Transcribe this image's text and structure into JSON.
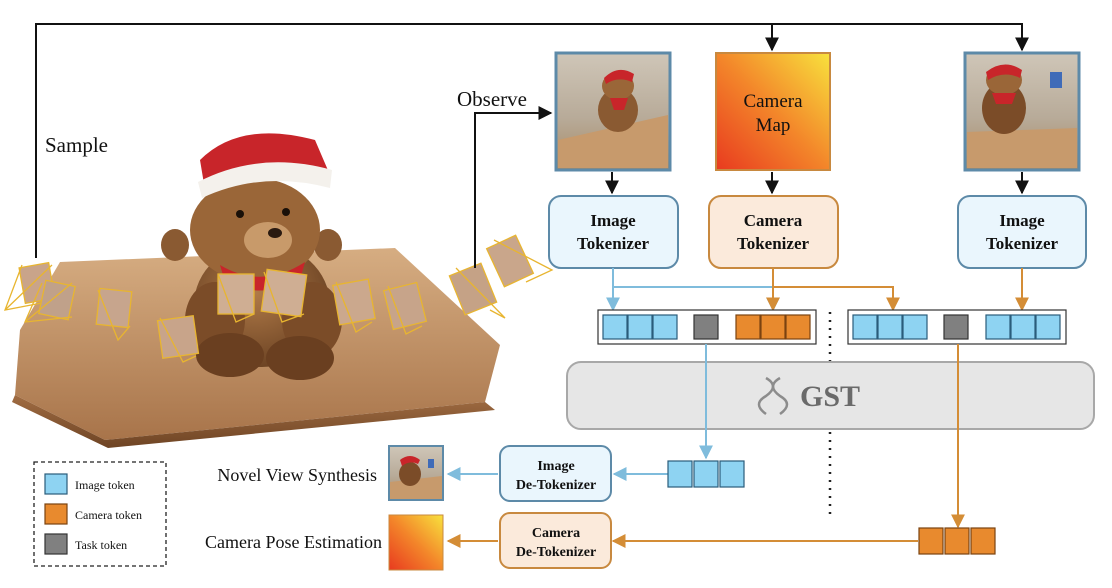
{
  "labels": {
    "sample": "Sample",
    "observe": "Observe",
    "novel_view_synthesis": "Novel View Synthesis",
    "camera_pose_estimation": "Camera Pose Estimation",
    "gst": "GST"
  },
  "blocks": {
    "camera_map": [
      "Camera",
      "Map"
    ],
    "image_tokenizer_1": [
      "Image",
      "Tokenizer"
    ],
    "camera_tokenizer": [
      "Camera",
      "Tokenizer"
    ],
    "image_tokenizer_2": [
      "Image",
      "Tokenizer"
    ],
    "image_detokenizer": [
      "Image",
      "De-Tokenizer"
    ],
    "camera_detokenizer": [
      "Camera",
      "De-Tokenizer"
    ]
  },
  "legend": {
    "items": [
      {
        "label": "Image token",
        "color": "#8ed3f2"
      },
      {
        "label": "Camera token",
        "color": "#e88a2e"
      },
      {
        "label": "Task token",
        "color": "#808080"
      }
    ]
  },
  "colors": {
    "image_token": "#8ed3f2",
    "camera_token": "#e88a2e",
    "task_token": "#808080",
    "image_block_fill": "#eaf6fd",
    "image_block_stroke": "#5d8aa8",
    "camera_block_fill": "#fbeadb",
    "camera_block_stroke": "#c8893f",
    "gst_fill": "#e6e6e6",
    "blue_arrow": "#7fbcdc",
    "orange_arrow": "#d48d36"
  }
}
